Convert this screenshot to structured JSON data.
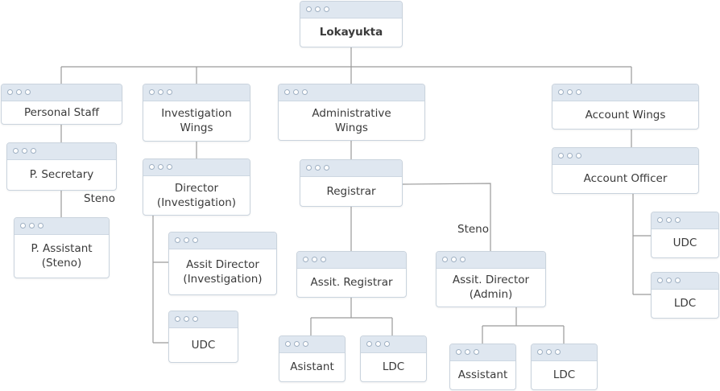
{
  "nodes": {
    "lokayukta": "Lokayukta",
    "personal_staff": "Personal Staff",
    "investigation_wings": "Investigation\nWings",
    "administrative_wings": "Administrative\nWings",
    "account_wings": "Account Wings",
    "p_secretary": "P. Secretary",
    "p_assistant": "P. Assistant\n(Steno)",
    "director_investigation": "Director\n(Investigation)",
    "assit_director_investigation": "Assit Director\n(Investigation)",
    "udc_investigation": "UDC",
    "registrar": "Registrar",
    "assit_registrar": "Assit. Registrar",
    "asistant": "Asistant",
    "ldc_registrar": "LDC",
    "assit_director_admin": "Assit. Director\n(Admin)",
    "assistant_admin": "Assistant",
    "ldc_admin": "LDC",
    "account_officer": "Account Officer",
    "udc_account": "UDC",
    "ldc_account": "LDC"
  },
  "notes": {
    "steno_personal": "Steno",
    "steno_admin": "Steno"
  },
  "colors": {
    "title_bar": "#dfe7f0",
    "border": "#c9d3dd",
    "connector": "#9a9a9a",
    "text": "#3a3a3a"
  }
}
